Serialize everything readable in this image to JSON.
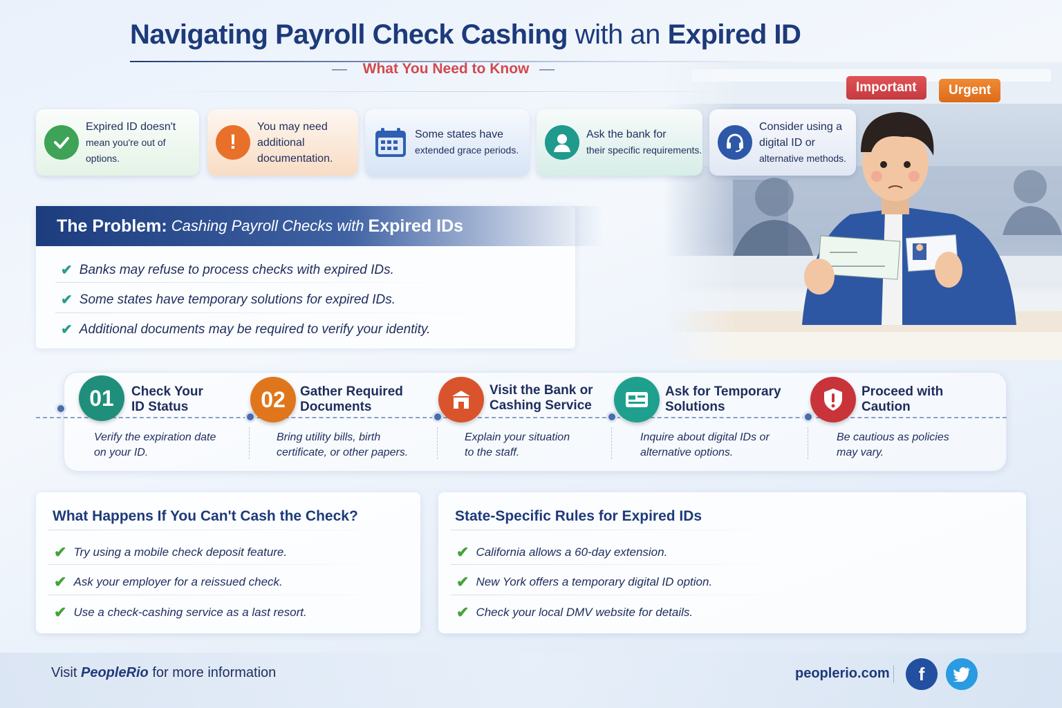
{
  "header": {
    "title_part1": "Navigating Payroll Check Cashing",
    "title_part2": "with an",
    "title_part3": "Expired ID",
    "subtitle": "What You Need to Know"
  },
  "badges": {
    "important": "Important",
    "urgent": "Urgent"
  },
  "tips": [
    {
      "line1": "Expired ID doesn't",
      "line2": "mean you're out of options.",
      "icon": "check-icon"
    },
    {
      "line1": "You may need",
      "line2": "additional",
      "line3": "documentation.",
      "icon": "exclamation-icon"
    },
    {
      "line1": "Some states have",
      "line2": "extended grace periods.",
      "icon": "calendar-icon"
    },
    {
      "line1": "Ask the bank for",
      "line2": "their specific requirements.",
      "icon": "person-icon"
    },
    {
      "line1": "Consider using a",
      "line2": "digital ID or",
      "line3": "alternative methods.",
      "icon": "headset-icon"
    }
  ],
  "problem": {
    "label": "The Problem:",
    "italic": "Cashing Payroll Checks with",
    "bold_end": "Expired IDs",
    "items": [
      "Banks may refuse to process checks with expired IDs.",
      "Some states have temporary solutions for expired IDs.",
      "Additional documents may be required to verify your identity."
    ]
  },
  "steps": [
    {
      "number": "01",
      "title1": "Check Your",
      "title2": "ID Status",
      "desc1": "Verify the expiration date",
      "desc2": "on your ID.",
      "color": "#1f8f7c"
    },
    {
      "number": "02",
      "title1": "Gather Required",
      "title2": "Documents",
      "desc1": "Bring utility bills, birth",
      "desc2": "certificate, or other papers.",
      "color": "#e0761c"
    },
    {
      "number": "",
      "title1": "Visit the Bank or",
      "title2": "Cashing Service",
      "desc1": "Explain your situation",
      "desc2": "to the staff.",
      "color": "#d9532c",
      "icon": "bank-icon"
    },
    {
      "number": "",
      "title1": "Ask for Temporary",
      "title2": "Solutions",
      "desc1": "Inquire about digital IDs or",
      "desc2": "alternative options.",
      "color": "#1fa08f",
      "icon": "id-card-icon"
    },
    {
      "number": "",
      "title1": "Proceed with",
      "title2": "Caution",
      "desc1": "Be cautious as policies",
      "desc2": "may vary.",
      "color": "#c8343a",
      "icon": "shield-alert-icon"
    }
  ],
  "cant_cash": {
    "heading": "What Happens If You Can't Cash the Check?",
    "items": [
      "Try using a mobile check deposit feature.",
      "Ask your employer for a reissued check.",
      "Use a check-cashing service as a last resort."
    ]
  },
  "state_rules": {
    "heading": "State-Specific Rules for Expired IDs",
    "items": [
      "California allows a 60-day extension.",
      "New York offers a temporary digital ID option.",
      "Check your local DMV website for details."
    ]
  },
  "footer": {
    "visit": "Visit",
    "brand": "PeopleRio",
    "more": "for more information",
    "site": "peoplerio.com",
    "facebook": "f",
    "twitter": "twitter-icon"
  },
  "colors": {
    "navy": "#1d3a7a",
    "red": "#d2494e",
    "orange": "#e0761c",
    "teal": "#1f8f7c"
  }
}
